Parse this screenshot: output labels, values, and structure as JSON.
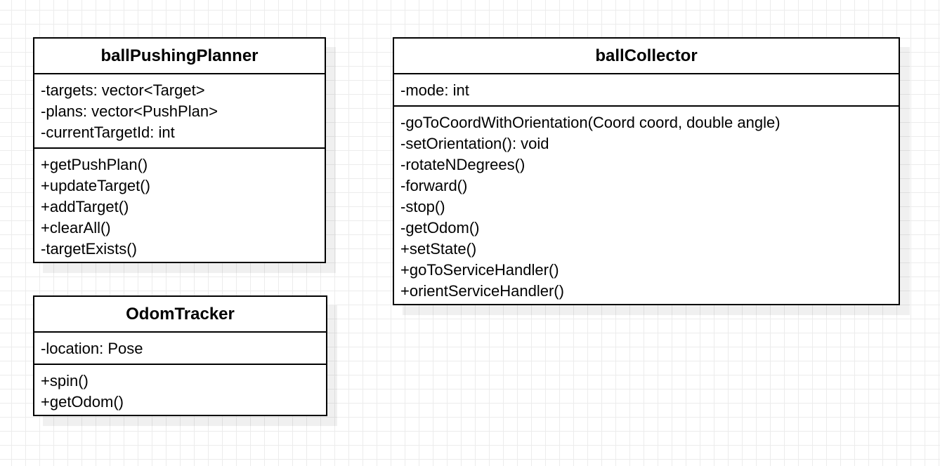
{
  "classes": {
    "ball_pushing_planner": {
      "name": "ballPushingPlanner",
      "attributes": [
        "-targets: vector<Target>",
        "-plans: vector<PushPlan>",
        "-currentTargetId: int"
      ],
      "methods": [
        "+getPushPlan()",
        "+updateTarget()",
        "+addTarget()",
        "+clearAll()",
        "-targetExists()"
      ]
    },
    "ball_collector": {
      "name": "ballCollector",
      "attributes": [
        "-mode: int"
      ],
      "methods": [
        "-goToCoordWithOrientation(Coord coord, double angle)",
        "-setOrientation(): void",
        "-rotateNDegrees()",
        "-forward()",
        "-stop()",
        "-getOdom()",
        "+setState()",
        "+goToServiceHandler()",
        "+orientServiceHandler()"
      ]
    },
    "odom_tracker": {
      "name": "OdomTracker",
      "attributes": [
        "-location: Pose"
      ],
      "methods": [
        "+spin()",
        "+getOdom()"
      ]
    }
  },
  "colors": {
    "border": "#000000",
    "text": "#000000",
    "background": "#ffffff",
    "grid": "#ececec"
  }
}
